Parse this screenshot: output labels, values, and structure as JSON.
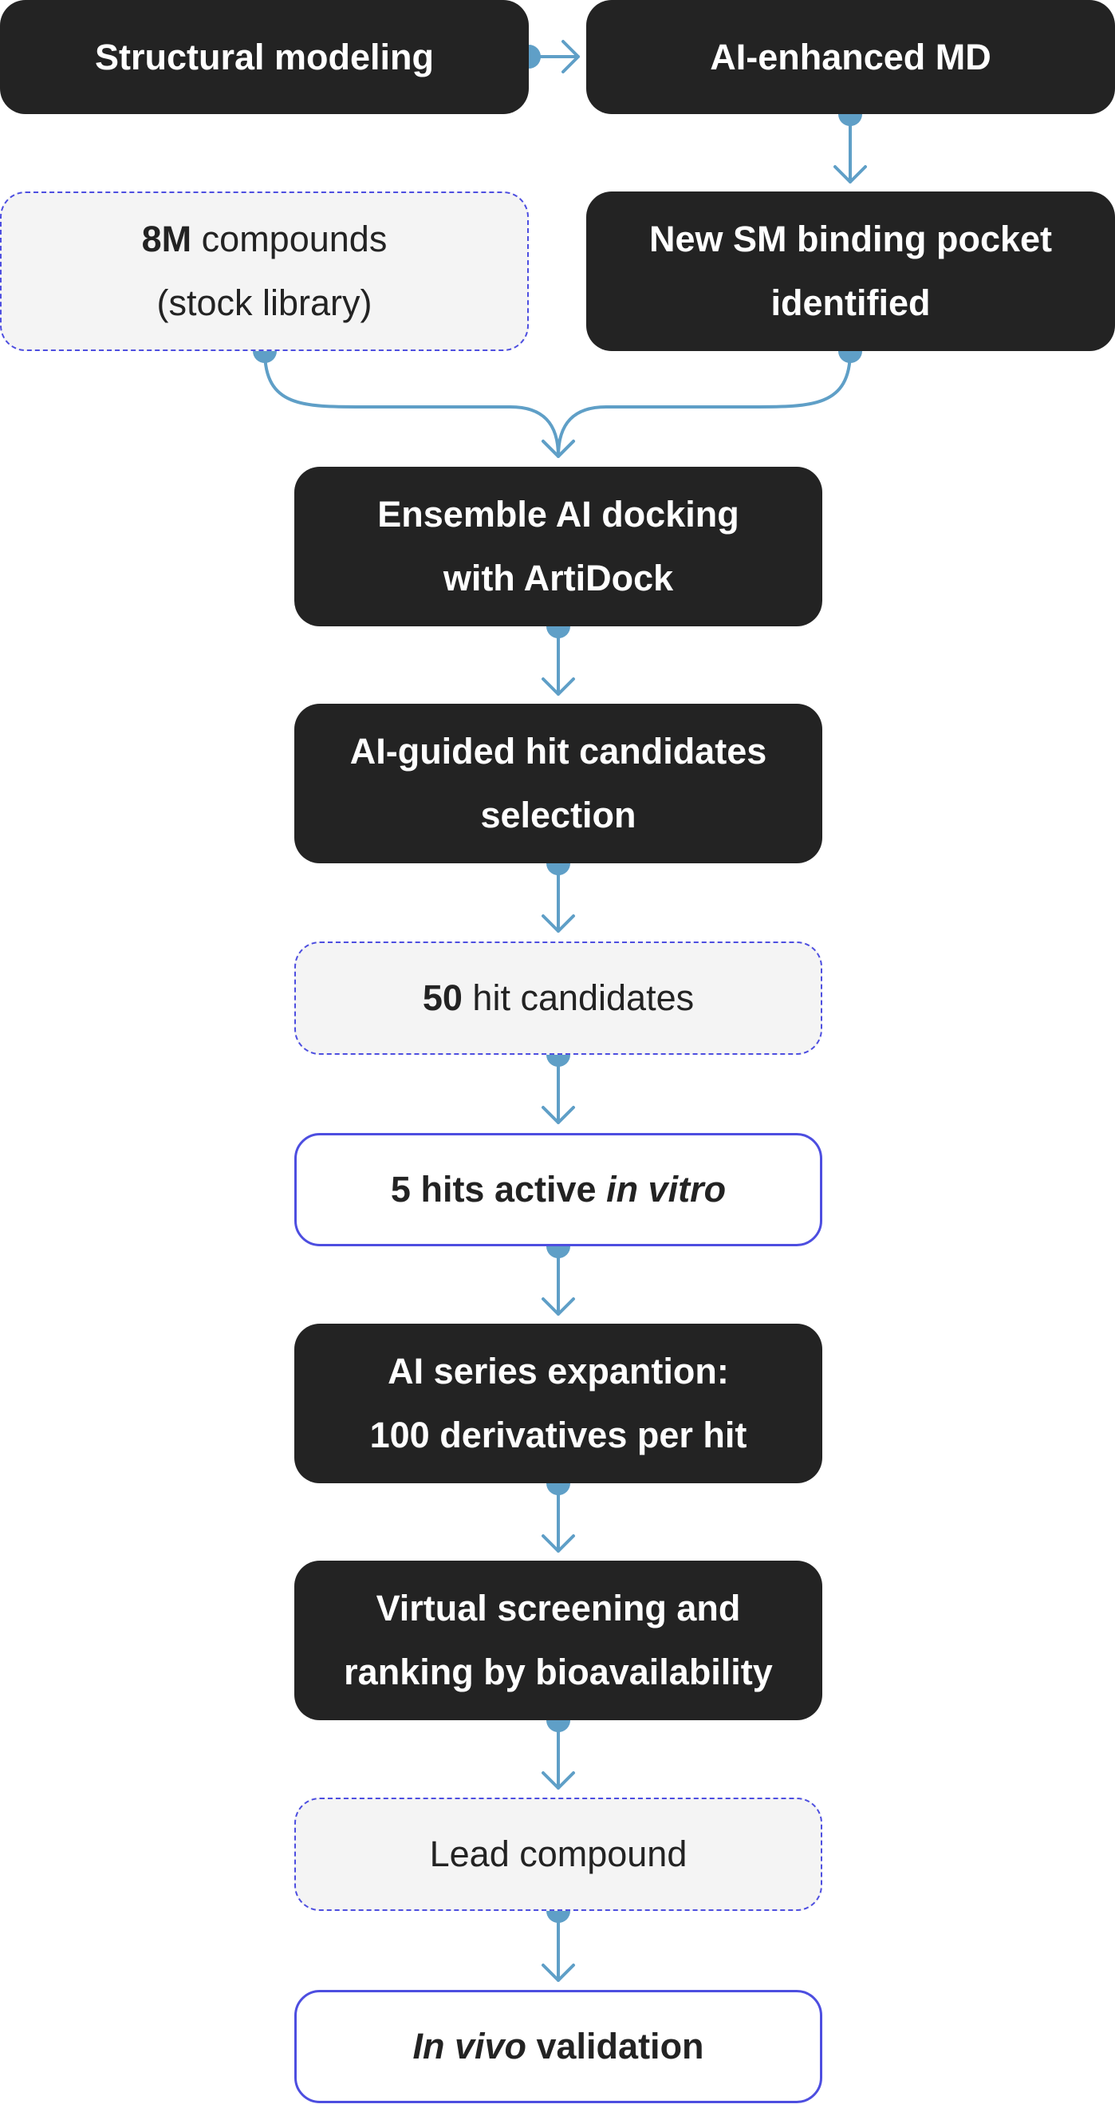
{
  "colors": {
    "dark_node": "#232323",
    "light_node": "#f4f4f4",
    "border_accent": "#4d4ee0",
    "connector": "#5f9fc7"
  },
  "nodes": {
    "structural_modeling": "Structural modeling",
    "ai_enhanced_md": "AI-enhanced MD",
    "compounds": {
      "count": "8M",
      "text": " compounds",
      "line2": "(stock library)"
    },
    "binding_pocket": {
      "line1": "New SM binding pocket",
      "line2": "identified"
    },
    "ensemble_docking": {
      "line1": "Ensemble AI docking",
      "line2": "with ArtiDock"
    },
    "hit_selection": {
      "line1": "AI-guided hit candidates",
      "line2": "selection"
    },
    "hit_candidates": {
      "count": "50",
      "text": " hit candidates"
    },
    "hits_active": {
      "text": "5 hits active ",
      "emphasis": "in vitro"
    },
    "series_expansion": {
      "line1": "AI series expantion:",
      "line2": "100 derivatives per hit"
    },
    "virtual_screening": {
      "line1": "Virtual screening and",
      "line2": "ranking by bioavailability"
    },
    "lead_compound": "Lead compound",
    "in_vivo": {
      "emphasis": "In vivo",
      "text": " validation"
    }
  }
}
